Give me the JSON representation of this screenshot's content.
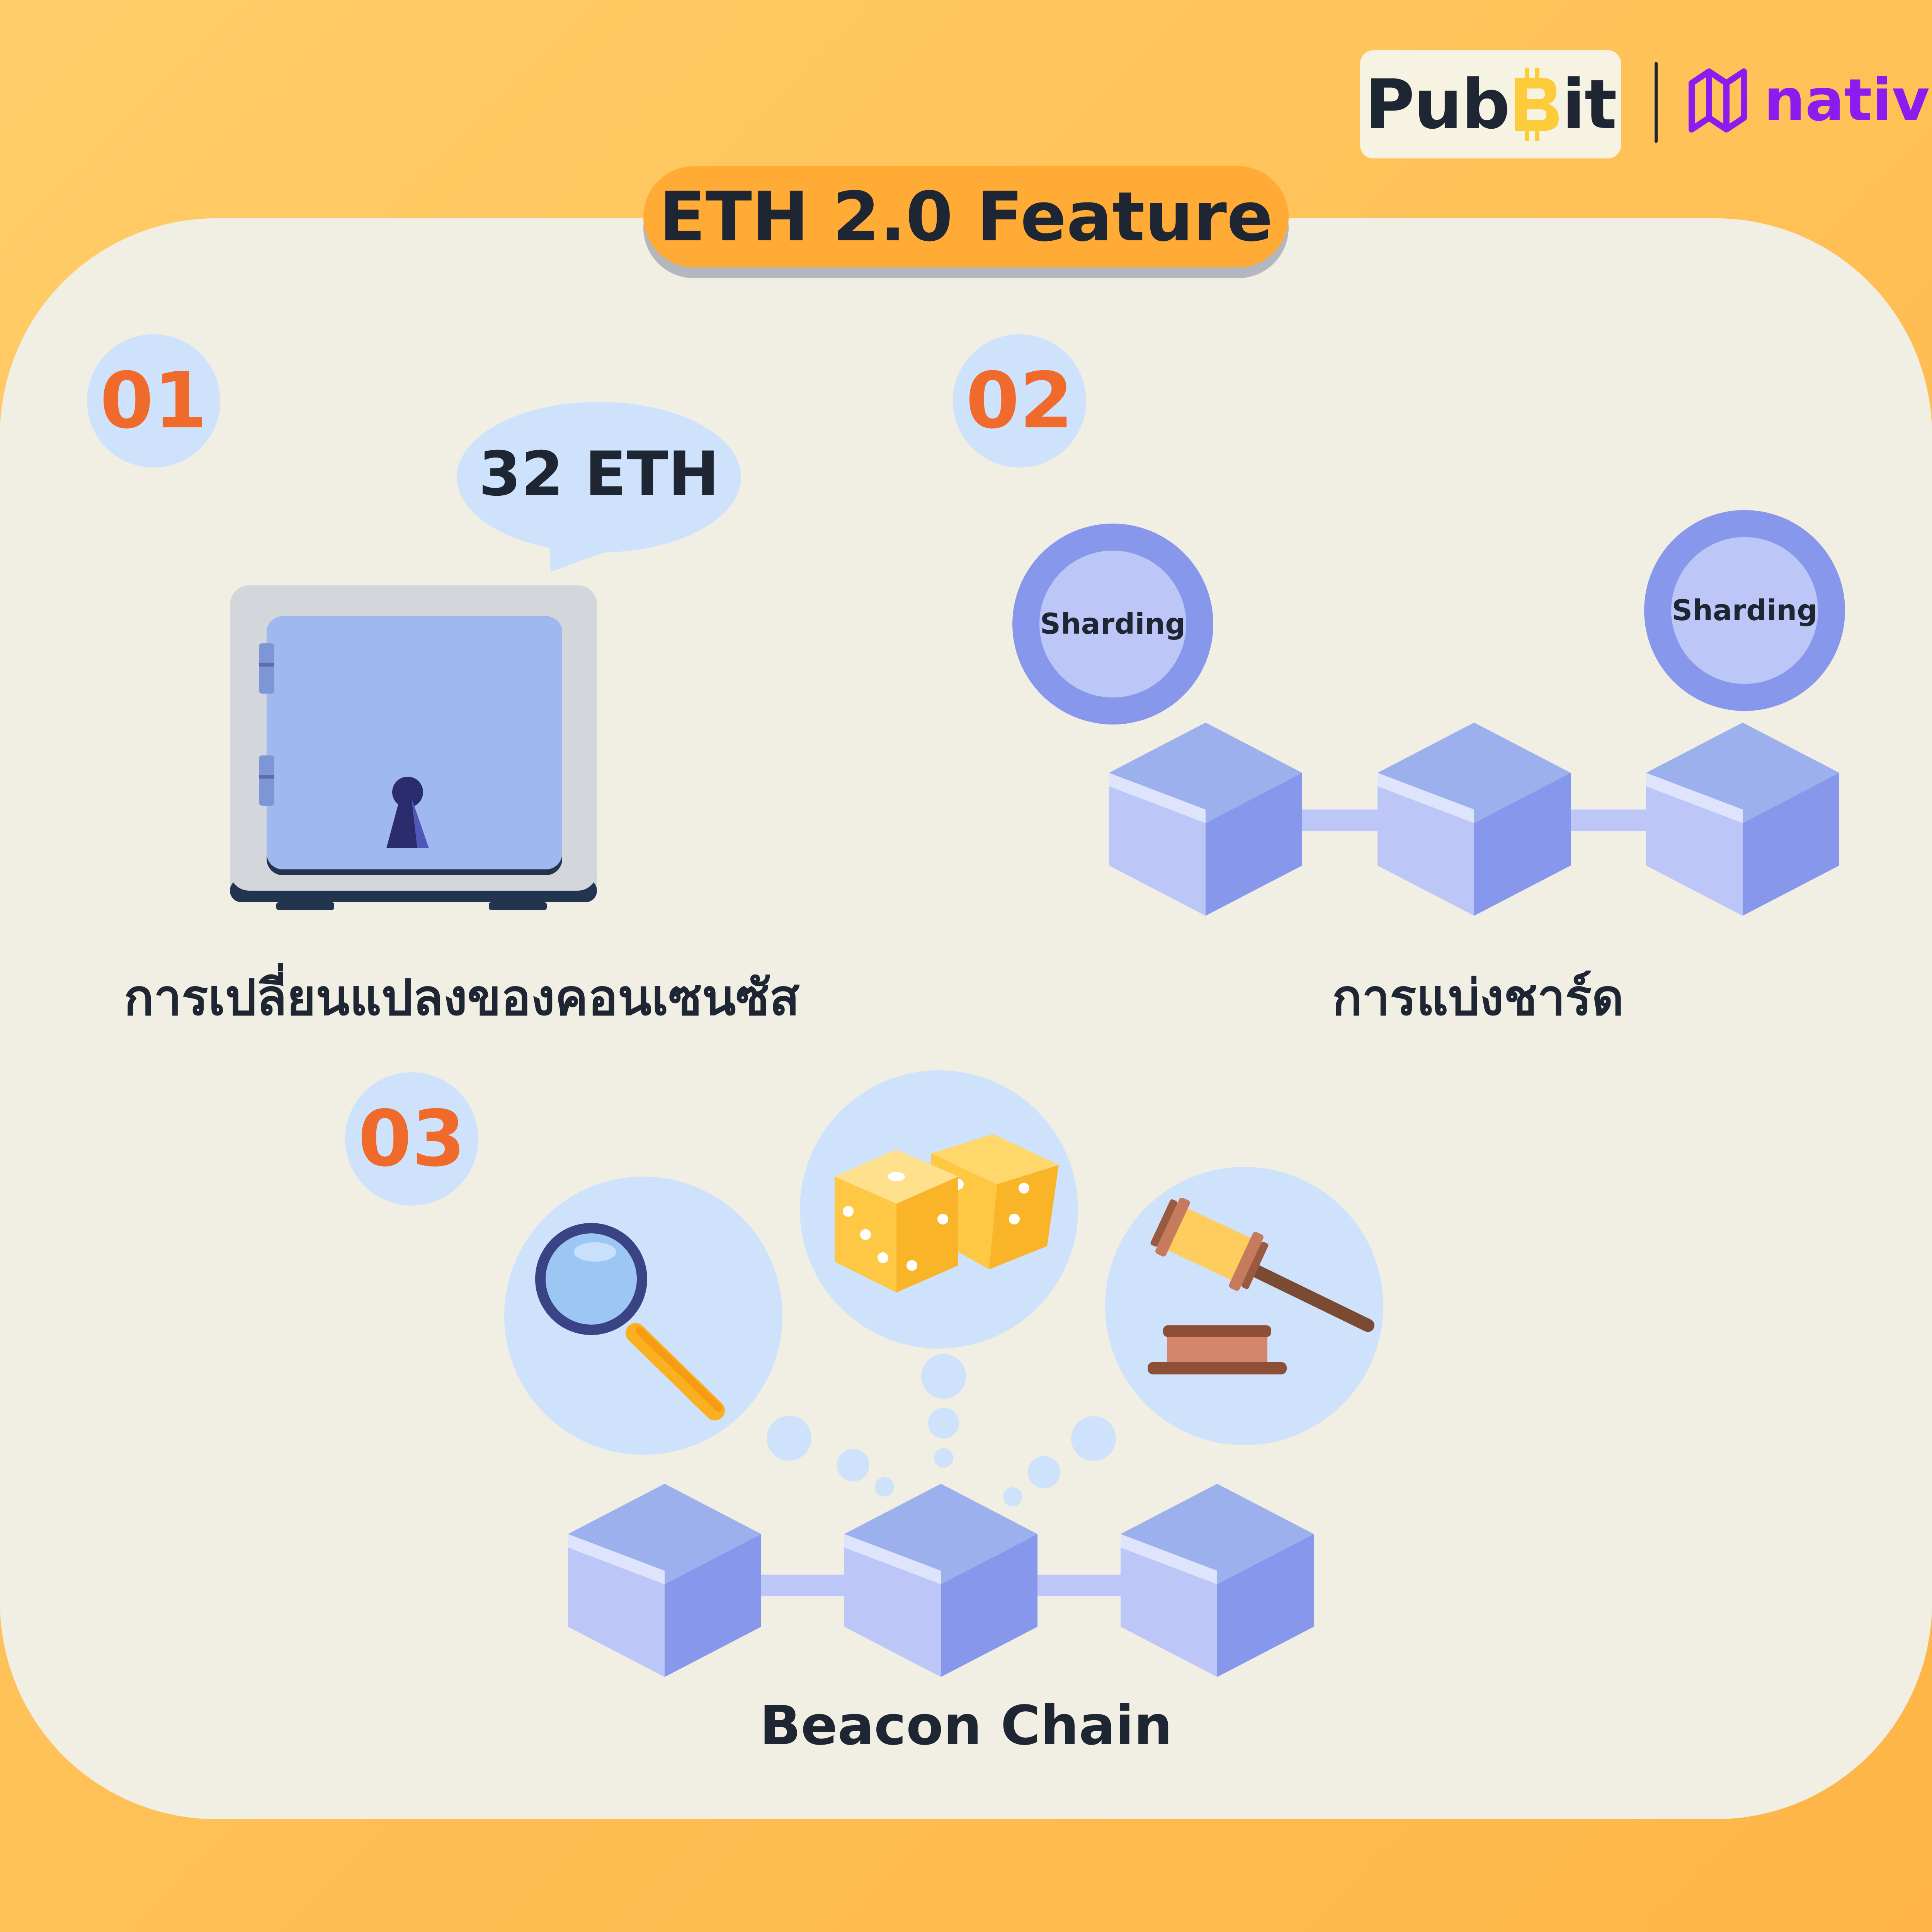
{
  "brand": {
    "pubbit": [
      "Pub",
      "B",
      "it"
    ],
    "nativ": "nativ"
  },
  "title": "ETH 2.0 Feature",
  "features": [
    {
      "number": "01",
      "label": "การเปลี่ยนแปลงของคอนเซนซัส",
      "bubble": "32 ETH"
    },
    {
      "number": "02",
      "label": "การแบ่งชาร์ด",
      "shards": [
        "Sharding",
        "Sharding"
      ]
    },
    {
      "number": "03",
      "label": "Beacon Chain"
    }
  ],
  "colors": {
    "background": "#ffc55e",
    "card": "#f1eee4",
    "accent_orange": "#ef6a2b",
    "pill": "#ffab35",
    "light_blue": "#cfe2fb",
    "cube_top": "#9db0ee",
    "cube_left": "#bcc7f7",
    "cube_right": "#8798ec",
    "nativ_purple": "#8a1cf0"
  },
  "icons": [
    "safe-icon",
    "sharding-badge",
    "block-cube",
    "magnifier-icon",
    "dice-icon",
    "gavel-icon",
    "nativ-logo-icon"
  ]
}
